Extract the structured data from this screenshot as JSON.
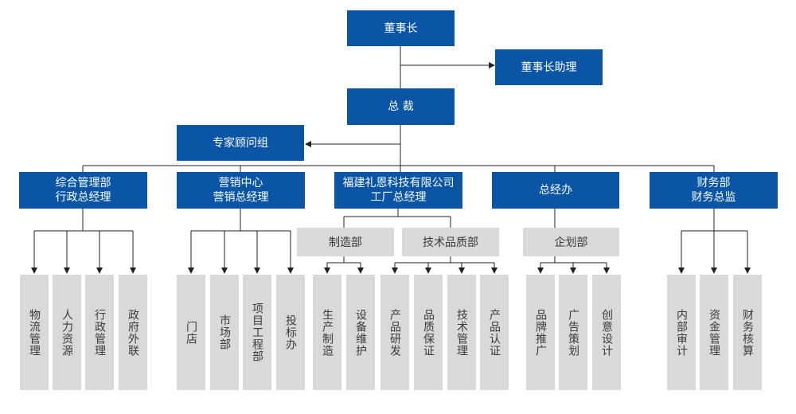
{
  "chairman": "董事长",
  "chairman_assistant": "董事长助理",
  "president": "总 裁",
  "advisory_group": "专家顾问组",
  "departments": [
    {
      "line1": "综合管理部",
      "line2": "行政总经理"
    },
    {
      "line1": "营销中心",
      "line2": "营销总经理"
    },
    {
      "line1": "福建礼恩科技有限公司",
      "line2": "工厂总经理"
    },
    {
      "line1": "总经办",
      "line2": ""
    },
    {
      "line1": "财务部",
      "line2": "财务总监"
    }
  ],
  "sub_departments": [
    "制造部",
    "技术品质部",
    "企划部"
  ],
  "leaves": [
    "物流管理",
    "人力资源",
    "行政管理",
    "政府外联",
    "门店",
    "市场部",
    "项目工程部",
    "投标办",
    "生产制造",
    "设备维护",
    "产品研发",
    "品质保证",
    "技术管理",
    "产品认证",
    "品牌推广",
    "广告策划",
    "创意设计",
    "内部审计",
    "资金管理",
    "财务核算"
  ],
  "colors": {
    "primary_box": "#0a55a5",
    "secondary_box": "#d9d9d9",
    "line": "#222222"
  }
}
